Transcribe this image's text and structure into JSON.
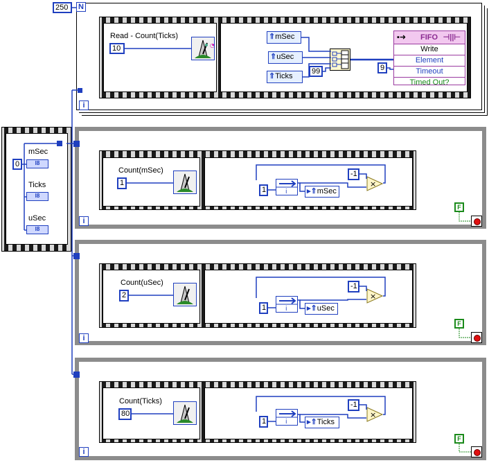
{
  "for_loop": {
    "count_constant": "250",
    "count_terminal": "N",
    "iteration_terminal": "i",
    "node_title": "Read - Count(Ticks)",
    "timer_input": "10",
    "inputs": [
      {
        "label": "mSec"
      },
      {
        "label": "uSec"
      },
      {
        "label": "Ticks"
      }
    ],
    "array_constant": "99",
    "timeout_constant": "9",
    "fifo": {
      "title": "FIFO",
      "method": "Write",
      "terminals": [
        "Element",
        "Timeout",
        "Timed Out?"
      ]
    }
  },
  "indicator_cluster": {
    "init_constant": "0",
    "items": [
      {
        "label": "mSec",
        "type": "I8"
      },
      {
        "label": "Ticks",
        "type": "I8"
      },
      {
        "label": "uSec",
        "type": "I8"
      }
    ]
  },
  "while_loops": [
    {
      "node_title": "Count(mSec)",
      "timer_input": "1",
      "const_one": "1",
      "neg_one": "-1",
      "local_var": "mSec",
      "stop_value": "F",
      "iteration_terminal": "i"
    },
    {
      "node_title": "Count(uSec)",
      "timer_input": "2",
      "const_one": "1",
      "neg_one": "-1",
      "local_var": "uSec",
      "stop_value": "F",
      "iteration_terminal": "i"
    },
    {
      "node_title": "Count(Ticks)",
      "timer_input": "80",
      "const_one": "1",
      "neg_one": "-1",
      "local_var": "Ticks",
      "stop_value": "F",
      "iteration_terminal": "i"
    }
  ],
  "colors": {
    "wire_int": "#1f3fbf",
    "loop_frame": "#8c8c8c",
    "fifo_header": "#f2c8ef",
    "boolean": "#1a8a1a",
    "stop": "#e01010"
  }
}
